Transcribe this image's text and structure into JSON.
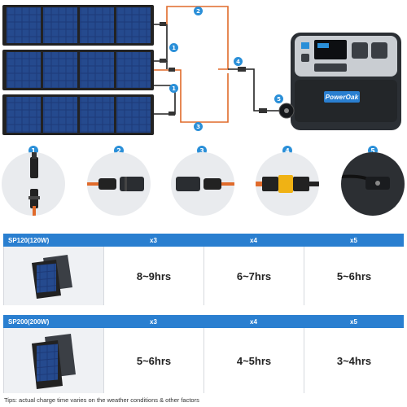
{
  "diagram": {
    "brand_text": "PowerOak",
    "callouts": [
      "1",
      "2",
      "3",
      "4",
      "5"
    ],
    "cable_color": "#e06a2a",
    "accent_color": "#2a8fd8"
  },
  "connectors": [
    {
      "number": "1",
      "name": "mc4-pair"
    },
    {
      "number": "2",
      "name": "mc4-y-branch"
    },
    {
      "number": "3",
      "name": "mc4-y-branch-reverse"
    },
    {
      "number": "4",
      "name": "xt90-connector"
    },
    {
      "number": "5",
      "name": "dc-input-port"
    }
  ],
  "tables": [
    {
      "model": "SP120(120W)",
      "columns": [
        "x3",
        "x4",
        "x5"
      ],
      "values": [
        "8~9hrs",
        "6~7hrs",
        "5~6hrs"
      ]
    },
    {
      "model": "SP200(200W)",
      "columns": [
        "x3",
        "x4",
        "x5"
      ],
      "values": [
        "5~6hrs",
        "4~5hrs",
        "3~4hrs"
      ]
    }
  ],
  "tips": "Tips: actual charge time varies on the weather conditions & other factors",
  "header_color": "#2a7fd0"
}
